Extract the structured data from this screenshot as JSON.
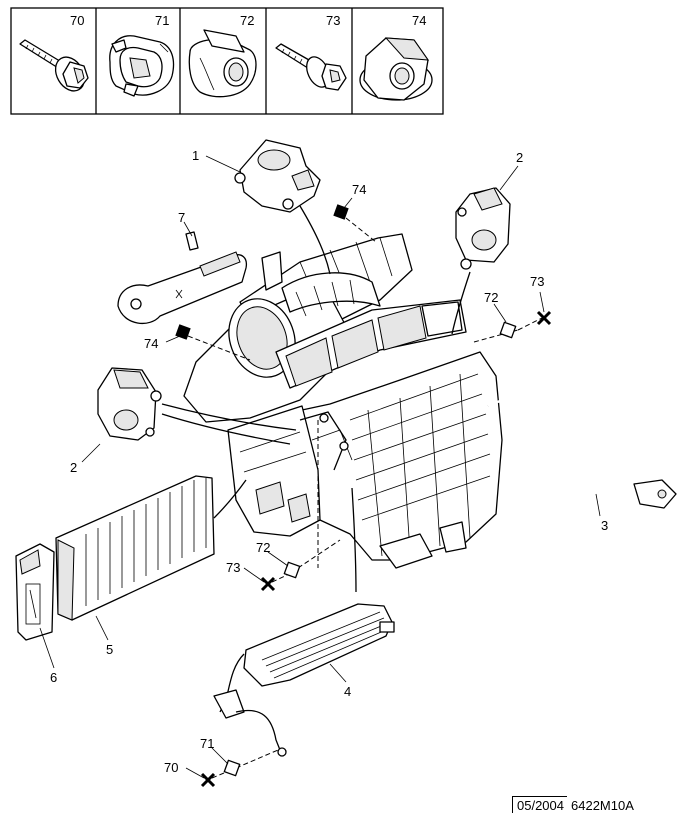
{
  "legend": {
    "cells": [
      {
        "ref": "70",
        "icon": "screw-with-flange-icon"
      },
      {
        "ref": "71",
        "icon": "clip-fastener-icon"
      },
      {
        "ref": "72",
        "icon": "clip-nut-icon"
      },
      {
        "ref": "73",
        "icon": "screw-with-washer-icon"
      },
      {
        "ref": "74",
        "icon": "flange-nut-icon"
      }
    ]
  },
  "callouts": {
    "c1": "1",
    "c2a": "2",
    "c2b": "2",
    "c3": "3",
    "c4": "4",
    "c5": "5",
    "c6": "6",
    "c7": "7",
    "f74a": "74",
    "f74b": "74",
    "f72a": "72",
    "f72b": "72",
    "f73a": "73",
    "f73b": "73",
    "f71": "71",
    "f70": "70"
  },
  "footer": {
    "date": "05/2004",
    "code": "6422M10A"
  }
}
